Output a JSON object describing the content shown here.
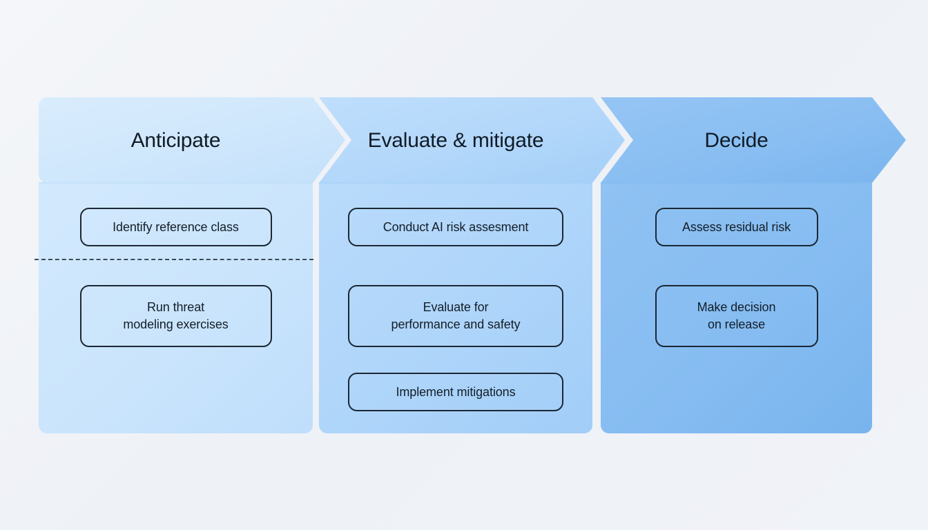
{
  "diagram": {
    "type": "process-flow-chevron",
    "title_visible": false,
    "background_color": "#F1F3F7",
    "stage_count": 3
  },
  "colors": {
    "background": "#F1F3F7",
    "stage1_light": "#D7EBFD",
    "stage1_dark": "#C5E1FB",
    "stage2_light": "#BCDDFC",
    "stage2_dark": "#A6D0F8",
    "stage3_light": "#92C3F3",
    "stage3_dark": "#7BB6EE",
    "pill_border": "#1B2733",
    "text": "#101B26",
    "divider_dashed": "#3B4A59"
  },
  "stages": [
    {
      "id": "anticipate",
      "title": "Anticipate",
      "has_dashed_divider": true,
      "steps": [
        {
          "label": "Identify reference class",
          "lines": 1
        },
        {
          "label": "Run threat\nmodeling exercises",
          "lines": 2
        }
      ]
    },
    {
      "id": "evaluate-mitigate",
      "title": "Evaluate & mitigate",
      "has_dashed_divider": false,
      "steps": [
        {
          "label": "Conduct AI risk assesment",
          "lines": 1
        },
        {
          "label": "Evaluate for\nperformance and safety",
          "lines": 2
        },
        {
          "label": "Implement mitigations",
          "lines": 1
        }
      ]
    },
    {
      "id": "decide",
      "title": "Decide",
      "has_dashed_divider": false,
      "steps": [
        {
          "label": "Assess residual risk",
          "lines": 1
        },
        {
          "label": "Make decision\non release",
          "lines": 2
        }
      ]
    }
  ]
}
